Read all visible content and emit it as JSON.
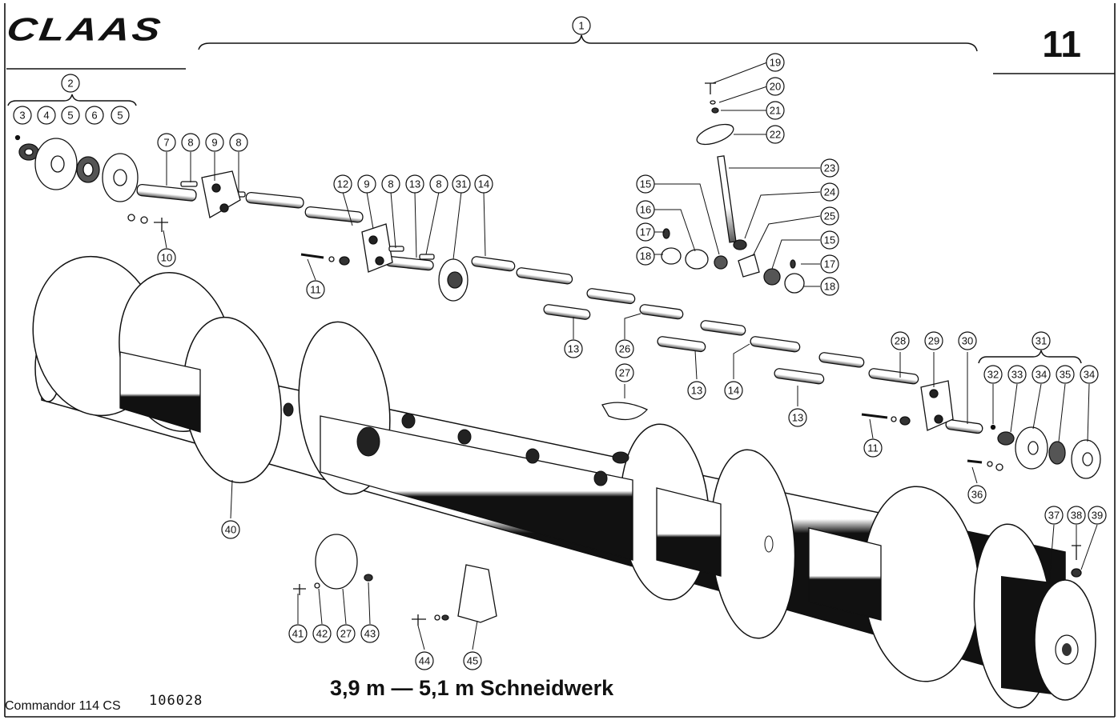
{
  "header": {
    "brand": "CLAAS",
    "page_number": "11"
  },
  "footer": {
    "model": "Commandor 114 CS",
    "document_number": "106028",
    "caption": "3,9 m — 5,1 m Schneidwerk"
  },
  "callouts": [
    {
      "id": "c1",
      "label": "1"
    },
    {
      "id": "c2",
      "label": "2"
    },
    {
      "id": "c3",
      "label": "3"
    },
    {
      "id": "c4",
      "label": "4"
    },
    {
      "id": "c5a",
      "label": "5"
    },
    {
      "id": "c6",
      "label": "6"
    },
    {
      "id": "c5b",
      "label": "5"
    },
    {
      "id": "c7",
      "label": "7"
    },
    {
      "id": "c8a",
      "label": "8"
    },
    {
      "id": "c9a",
      "label": "9"
    },
    {
      "id": "c8b",
      "label": "8"
    },
    {
      "id": "c10",
      "label": "10"
    },
    {
      "id": "c12",
      "label": "12"
    },
    {
      "id": "c9b",
      "label": "9"
    },
    {
      "id": "c8c",
      "label": "8"
    },
    {
      "id": "c13a",
      "label": "13"
    },
    {
      "id": "c8d",
      "label": "8"
    },
    {
      "id": "c31a",
      "label": "31"
    },
    {
      "id": "c14a",
      "label": "14"
    },
    {
      "id": "c11a",
      "label": "11"
    },
    {
      "id": "c19",
      "label": "19"
    },
    {
      "id": "c20",
      "label": "20"
    },
    {
      "id": "c21",
      "label": "21"
    },
    {
      "id": "c22",
      "label": "22"
    },
    {
      "id": "c23",
      "label": "23"
    },
    {
      "id": "c24",
      "label": "24"
    },
    {
      "id": "c25",
      "label": "25"
    },
    {
      "id": "c15a",
      "label": "15"
    },
    {
      "id": "c16",
      "label": "16"
    },
    {
      "id": "c17a",
      "label": "17"
    },
    {
      "id": "c18a",
      "label": "18"
    },
    {
      "id": "c15b",
      "label": "15"
    },
    {
      "id": "c17b",
      "label": "17"
    },
    {
      "id": "c18b",
      "label": "18"
    },
    {
      "id": "c13b",
      "label": "13"
    },
    {
      "id": "c26",
      "label": "26"
    },
    {
      "id": "c27a",
      "label": "27"
    },
    {
      "id": "c13c",
      "label": "13"
    },
    {
      "id": "c14b",
      "label": "14"
    },
    {
      "id": "c13d",
      "label": "13"
    },
    {
      "id": "c28",
      "label": "28"
    },
    {
      "id": "c29",
      "label": "29"
    },
    {
      "id": "c30",
      "label": "30"
    },
    {
      "id": "c31b",
      "label": "31"
    },
    {
      "id": "c32",
      "label": "32"
    },
    {
      "id": "c33",
      "label": "33"
    },
    {
      "id": "c34a",
      "label": "34"
    },
    {
      "id": "c35",
      "label": "35"
    },
    {
      "id": "c34b",
      "label": "34"
    },
    {
      "id": "c11b",
      "label": "11"
    },
    {
      "id": "c36",
      "label": "36"
    },
    {
      "id": "c37",
      "label": "37"
    },
    {
      "id": "c38",
      "label": "38"
    },
    {
      "id": "c39",
      "label": "39"
    },
    {
      "id": "c40",
      "label": "40"
    },
    {
      "id": "c41",
      "label": "41"
    },
    {
      "id": "c42",
      "label": "42"
    },
    {
      "id": "c27b",
      "label": "27"
    },
    {
      "id": "c43",
      "label": "43"
    },
    {
      "id": "c44",
      "label": "44"
    },
    {
      "id": "c45",
      "label": "45"
    }
  ]
}
